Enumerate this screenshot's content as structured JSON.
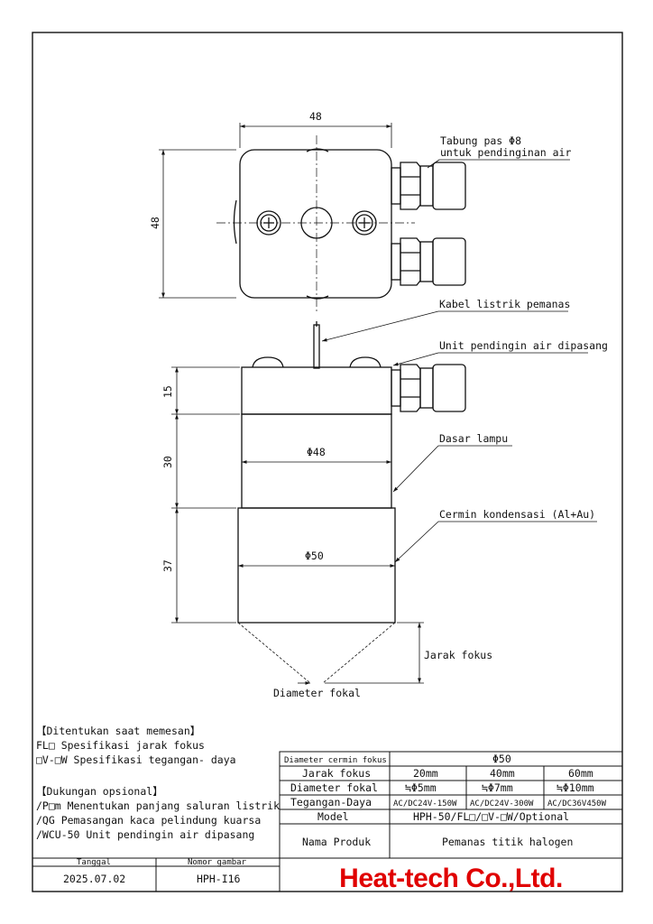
{
  "dimensions": {
    "top_width": "48",
    "top_height": "48",
    "h_section1": "15",
    "h_section2": "30",
    "h_section3": "37",
    "base_diameter": "Φ48",
    "mirror_diameter": "Φ50"
  },
  "callouts": {
    "tube_line1": "Tabung pas Φ8",
    "tube_line2": "untuk pendinginan air",
    "cable": "Kabel listrik pemanas",
    "cooling_unit": "Unit pendingin air dipasang",
    "lamp_base": "Dasar lampu",
    "mirror": "Cermin kondensasi (Al+Au)",
    "focal_distance": "Jarak fokus",
    "focal_diameter": "Diameter fokal"
  },
  "order_notes": {
    "title": "【Ditentukan saat memesan】",
    "items": [
      "FL□ Spesifikasi jarak fokus",
      "□V-□W Spesifikasi tegangan- daya"
    ]
  },
  "options": {
    "title": "【Dukungan opsional】",
    "items": [
      "/P□m Menentukan panjang saluran listrik",
      "/QG Pemasangan kaca pelindung kuarsa",
      "/WCU-50 Unit pendingin air dipasang"
    ]
  },
  "spec_table": {
    "mirror_label": "Diameter cermin fokus",
    "mirror_value": "Φ50",
    "focal_label": "Jarak fokus",
    "focal_values": [
      "20mm",
      "40mm",
      "60mm"
    ],
    "diam_label": "Diameter fokal",
    "diam_values": [
      "≒Φ5mm",
      "≒Φ7mm",
      "≒Φ10mm"
    ],
    "voltage_label": "Tegangan-Daya",
    "voltage_values": [
      "AC/DC24V-150W",
      "AC/DC24V-300W",
      "AC/DC36V450W"
    ],
    "model_label": "Model",
    "model_value": "HPH-50/FL□/□V-□W/Optional",
    "product_label": "Nama Produk",
    "product_value": "Pemanas titik halogen"
  },
  "title_block": {
    "date_label": "Tanggal",
    "date_value": "2025.07.02",
    "drawing_label": "Nomor gambar",
    "drawing_value": "HPH-I16",
    "company": "Heat-tech Co.,Ltd."
  }
}
